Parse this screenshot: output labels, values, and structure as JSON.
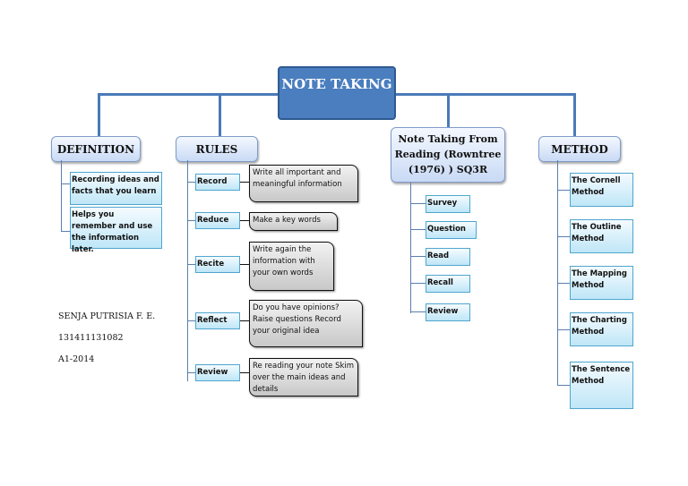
{
  "title": "NOTE TAKING",
  "definition": {
    "header": "DEFINITION",
    "items": [
      "Recording ideas and facts that you learn",
      "Helps you remember and use the information later."
    ]
  },
  "rules": {
    "header": "RULES",
    "items": [
      {
        "label": "Record",
        "desc": "Write all important and meaningful information"
      },
      {
        "label": "Reduce",
        "desc": "Make a key words"
      },
      {
        "label": "Recite",
        "desc": "Write again the information with your own words"
      },
      {
        "label": "Reflect",
        "desc": "Do you have opinions? Raise questions Record your original idea"
      },
      {
        "label": "Review",
        "desc": "Re reading your note Skim over the main ideas and details"
      }
    ]
  },
  "reading": {
    "header": "Note Taking From Reading (Rowntree (1976) ) SQ3R",
    "items": [
      "Survey",
      "Question",
      "Read",
      "Recall",
      "Review"
    ]
  },
  "method": {
    "header": "METHOD",
    "items": [
      "The Cornell Method",
      "The Outline Method",
      "The Mapping Method",
      "The Charting Method",
      "The Sentence Method"
    ]
  },
  "author": {
    "name": "SENJA PUTRISIA F. E.",
    "id": "131411131082",
    "class": "A1-2014"
  },
  "colors": {
    "connector": "#4a7ab8",
    "banner": "#4a7ebf"
  }
}
